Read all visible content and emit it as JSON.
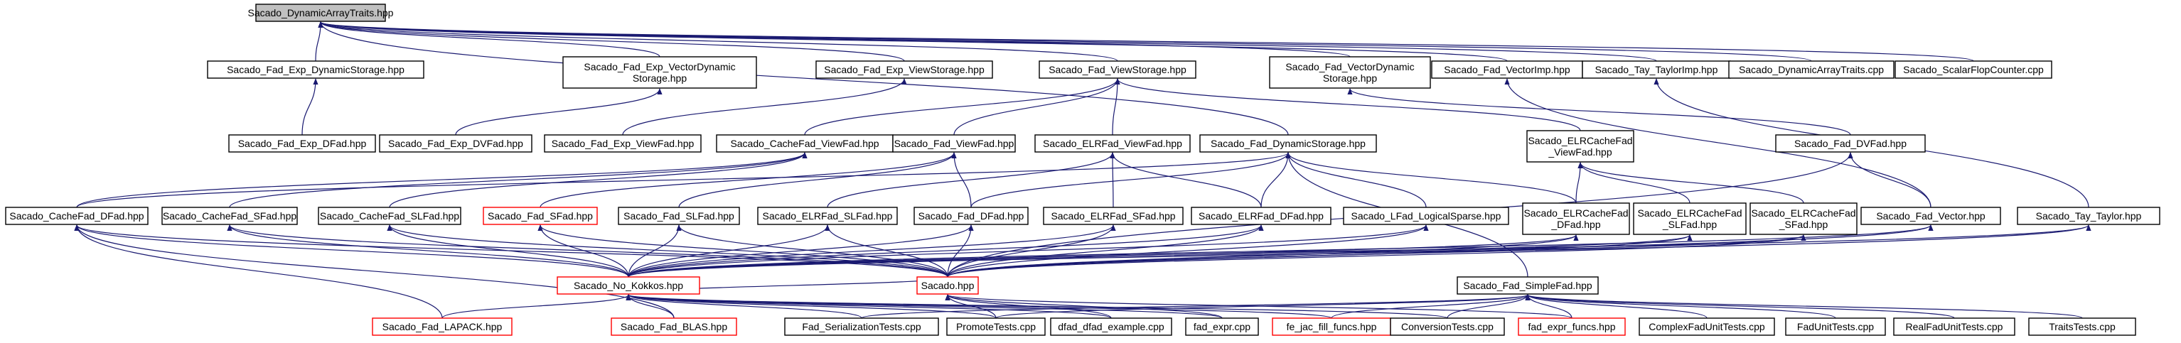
{
  "diagram": {
    "root": "Sacado_DynamicArrayTraits.hpp",
    "colors": {
      "edge": "#191970",
      "root_fill": "#c0c0c0",
      "box_border": "#000000",
      "undocumented_border": "#ff0000"
    },
    "nodes": [
      {
        "id": "root",
        "lines": [
          "Sacado_DynamicArrayTraits.hpp"
        ],
        "style": "root"
      },
      {
        "id": "expDyn",
        "lines": [
          "Sacado_Fad_Exp_DynamicStorage.hpp"
        ]
      },
      {
        "id": "expVecDyn",
        "lines": [
          "Sacado_Fad_Exp_VectorDynamic",
          "Storage.hpp"
        ]
      },
      {
        "id": "expView",
        "lines": [
          "Sacado_Fad_Exp_ViewStorage.hpp"
        ]
      },
      {
        "id": "viewStor",
        "lines": [
          "Sacado_Fad_ViewStorage.hpp"
        ]
      },
      {
        "id": "vecDyn",
        "lines": [
          "Sacado_Fad_VectorDynamic",
          "Storage.hpp"
        ]
      },
      {
        "id": "vecImp",
        "lines": [
          "Sacado_Fad_VectorImp.hpp"
        ]
      },
      {
        "id": "tayImp",
        "lines": [
          "Sacado_Tay_TaylorImp.hpp"
        ]
      },
      {
        "id": "datCpp",
        "lines": [
          "Sacado_DynamicArrayTraits.cpp"
        ]
      },
      {
        "id": "sfc",
        "lines": [
          "Sacado_ScalarFlopCounter.cpp"
        ]
      },
      {
        "id": "expDFad",
        "lines": [
          "Sacado_Fad_Exp_DFad.hpp"
        ]
      },
      {
        "id": "expDVFad",
        "lines": [
          "Sacado_Fad_Exp_DVFad.hpp"
        ]
      },
      {
        "id": "expViewFad",
        "lines": [
          "Sacado_Fad_Exp_ViewFad.hpp"
        ]
      },
      {
        "id": "cacheViewFad",
        "lines": [
          "Sacado_CacheFad_ViewFad.hpp"
        ]
      },
      {
        "id": "viewFad",
        "lines": [
          "Sacado_Fad_ViewFad.hpp"
        ]
      },
      {
        "id": "elrViewFad",
        "lines": [
          "Sacado_ELRFad_ViewFad.hpp"
        ]
      },
      {
        "id": "dynStor",
        "lines": [
          "Sacado_Fad_DynamicStorage.hpp"
        ]
      },
      {
        "id": "elrCacheViewFad",
        "lines": [
          "Sacado_ELRCacheFad",
          "_ViewFad.hpp"
        ]
      },
      {
        "id": "dvFad",
        "lines": [
          "Sacado_Fad_DVFad.hpp"
        ]
      },
      {
        "id": "cacheDFad",
        "lines": [
          "Sacado_CacheFad_DFad.hpp"
        ]
      },
      {
        "id": "cacheSFad",
        "lines": [
          "Sacado_CacheFad_SFad.hpp"
        ]
      },
      {
        "id": "cacheSLFad",
        "lines": [
          "Sacado_CacheFad_SLFad.hpp"
        ]
      },
      {
        "id": "sfad",
        "lines": [
          "Sacado_Fad_SFad.hpp"
        ],
        "style": "red"
      },
      {
        "id": "slfad",
        "lines": [
          "Sacado_Fad_SLFad.hpp"
        ]
      },
      {
        "id": "elrSLFad",
        "lines": [
          "Sacado_ELRFad_SLFad.hpp"
        ]
      },
      {
        "id": "dfad",
        "lines": [
          "Sacado_Fad_DFad.hpp"
        ]
      },
      {
        "id": "elrSFad",
        "lines": [
          "Sacado_ELRFad_SFad.hpp"
        ]
      },
      {
        "id": "elrDFad",
        "lines": [
          "Sacado_ELRFad_DFad.hpp"
        ]
      },
      {
        "id": "lfadLS",
        "lines": [
          "Sacado_LFad_LogicalSparse.hpp"
        ]
      },
      {
        "id": "elrCacheDFad",
        "lines": [
          "Sacado_ELRCacheFad",
          "_DFad.hpp"
        ]
      },
      {
        "id": "elrCacheSLFad",
        "lines": [
          "Sacado_ELRCacheFad",
          "_SLFad.hpp"
        ]
      },
      {
        "id": "elrCacheSFad",
        "lines": [
          "Sacado_ELRCacheFad",
          "_SFad.hpp"
        ]
      },
      {
        "id": "fadVector",
        "lines": [
          "Sacado_Fad_Vector.hpp"
        ]
      },
      {
        "id": "tayTaylor",
        "lines": [
          "Sacado_Tay_Taylor.hpp"
        ]
      },
      {
        "id": "noKokkos",
        "lines": [
          "Sacado_No_Kokkos.hpp"
        ],
        "style": "red"
      },
      {
        "id": "sacado",
        "lines": [
          "Sacado.hpp"
        ],
        "style": "red"
      },
      {
        "id": "simpleFad",
        "lines": [
          "Sacado_Fad_SimpleFad.hpp"
        ]
      },
      {
        "id": "lapack",
        "lines": [
          "Sacado_Fad_LAPACK.hpp"
        ],
        "style": "red"
      },
      {
        "id": "blas",
        "lines": [
          "Sacado_Fad_BLAS.hpp"
        ],
        "style": "red"
      },
      {
        "id": "serTests",
        "lines": [
          "Fad_SerializationTests.cpp"
        ]
      },
      {
        "id": "promoteTests",
        "lines": [
          "PromoteTests.cpp"
        ]
      },
      {
        "id": "dfadEx",
        "lines": [
          "dfad_dfad_example.cpp"
        ]
      },
      {
        "id": "fadExpr",
        "lines": [
          "fad_expr.cpp"
        ]
      },
      {
        "id": "feJac",
        "lines": [
          "fe_jac_fill_funcs.hpp"
        ],
        "style": "red"
      },
      {
        "id": "convTests",
        "lines": [
          "ConversionTests.cpp"
        ]
      },
      {
        "id": "fadExprFuncs",
        "lines": [
          "fad_expr_funcs.hpp"
        ],
        "style": "red"
      },
      {
        "id": "complexTests",
        "lines": [
          "ComplexFadUnitTests.cpp"
        ]
      },
      {
        "id": "fadUnitTests",
        "lines": [
          "FadUnitTests.cpp"
        ]
      },
      {
        "id": "realTests",
        "lines": [
          "RealFadUnitTests.cpp"
        ]
      },
      {
        "id": "traitsTests",
        "lines": [
          "TraitsTests.cpp"
        ]
      }
    ],
    "edges": [
      [
        "expDyn",
        "root"
      ],
      [
        "expVecDyn",
        "root"
      ],
      [
        "expView",
        "root"
      ],
      [
        "viewStor",
        "root"
      ],
      [
        "vecDyn",
        "root"
      ],
      [
        "vecImp",
        "root"
      ],
      [
        "tayImp",
        "root"
      ],
      [
        "datCpp",
        "root"
      ],
      [
        "sfc",
        "root"
      ],
      [
        "dynStor",
        "root"
      ],
      [
        "expDFad",
        "expDyn"
      ],
      [
        "expDVFad",
        "expVecDyn"
      ],
      [
        "expViewFad",
        "expView"
      ],
      [
        "cacheViewFad",
        "viewStor"
      ],
      [
        "viewFad",
        "viewStor"
      ],
      [
        "elrViewFad",
        "viewStor"
      ],
      [
        "elrCacheViewFad",
        "viewStor"
      ],
      [
        "dvFad",
        "vecDyn"
      ],
      [
        "fadVector",
        "vecImp"
      ],
      [
        "tayTaylor",
        "tayImp"
      ],
      [
        "cacheDFad",
        "cacheViewFad"
      ],
      [
        "cacheSFad",
        "cacheViewFad"
      ],
      [
        "cacheSLFad",
        "cacheViewFad"
      ],
      [
        "sfad",
        "viewFad"
      ],
      [
        "slfad",
        "viewFad"
      ],
      [
        "dfad",
        "viewFad"
      ],
      [
        "elrSLFad",
        "elrViewFad"
      ],
      [
        "elrSFad",
        "elrViewFad"
      ],
      [
        "elrDFad",
        "elrViewFad"
      ],
      [
        "cacheDFad",
        "dynStor"
      ],
      [
        "dfad",
        "dynStor"
      ],
      [
        "elrDFad",
        "dynStor"
      ],
      [
        "lfadLS",
        "dynStor"
      ],
      [
        "elrCacheDFad",
        "dynStor"
      ],
      [
        "simpleFad",
        "dynStor"
      ],
      [
        "elrCacheDFad",
        "elrCacheViewFad"
      ],
      [
        "elrCacheSLFad",
        "elrCacheViewFad"
      ],
      [
        "elrCacheSFad",
        "elrCacheViewFad"
      ],
      [
        "fadVector",
        "dvFad"
      ],
      [
        "sacado",
        "dvFad"
      ],
      [
        "noKokkos",
        "cacheDFad"
      ],
      [
        "noKokkos",
        "cacheSFad"
      ],
      [
        "noKokkos",
        "cacheSLFad"
      ],
      [
        "noKokkos",
        "sfad"
      ],
      [
        "noKokkos",
        "slfad"
      ],
      [
        "noKokkos",
        "elrSLFad"
      ],
      [
        "noKokkos",
        "dfad"
      ],
      [
        "noKokkos",
        "elrSFad"
      ],
      [
        "noKokkos",
        "elrDFad"
      ],
      [
        "noKokkos",
        "lfadLS"
      ],
      [
        "noKokkos",
        "elrCacheDFad"
      ],
      [
        "noKokkos",
        "elrCacheSLFad"
      ],
      [
        "noKokkos",
        "elrCacheSFad"
      ],
      [
        "noKokkos",
        "fadVector"
      ],
      [
        "noKokkos",
        "tayTaylor"
      ],
      [
        "sacado",
        "cacheDFad"
      ],
      [
        "sacado",
        "cacheSFad"
      ],
      [
        "sacado",
        "cacheSLFad"
      ],
      [
        "sacado",
        "sfad"
      ],
      [
        "sacado",
        "slfad"
      ],
      [
        "sacado",
        "elrSLFad"
      ],
      [
        "sacado",
        "dfad"
      ],
      [
        "sacado",
        "elrSFad"
      ],
      [
        "sacado",
        "elrDFad"
      ],
      [
        "sacado",
        "lfadLS"
      ],
      [
        "sacado",
        "elrCacheDFad"
      ],
      [
        "sacado",
        "elrCacheSLFad"
      ],
      [
        "sacado",
        "elrCacheSFad"
      ],
      [
        "sacado",
        "fadVector"
      ],
      [
        "sacado",
        "tayTaylor"
      ],
      [
        "lapack",
        "cacheDFad"
      ],
      [
        "blas",
        "cacheDFad"
      ],
      [
        "sacado",
        "noKokkos"
      ],
      [
        "lapack",
        "noKokkos"
      ],
      [
        "blas",
        "noKokkos"
      ],
      [
        "serTests",
        "noKokkos"
      ],
      [
        "promoteTests",
        "noKokkos"
      ],
      [
        "dfadEx",
        "noKokkos"
      ],
      [
        "fadExpr",
        "noKokkos"
      ],
      [
        "feJac",
        "noKokkos"
      ],
      [
        "convTests",
        "noKokkos"
      ],
      [
        "fadExprFuncs",
        "sacado"
      ],
      [
        "promoteTests",
        "sacado"
      ],
      [
        "dfadEx",
        "sacado"
      ],
      [
        "fadExpr",
        "sacado"
      ],
      [
        "feJac",
        "simpleFad"
      ],
      [
        "fadExprFuncs",
        "simpleFad"
      ],
      [
        "convTests",
        "simpleFad"
      ],
      [
        "complexTests",
        "simpleFad"
      ],
      [
        "fadUnitTests",
        "simpleFad"
      ],
      [
        "realTests",
        "simpleFad"
      ],
      [
        "traitsTests",
        "simpleFad"
      ],
      [
        "serTests",
        "simpleFad"
      ],
      [
        "promoteTests",
        "simpleFad"
      ]
    ]
  }
}
